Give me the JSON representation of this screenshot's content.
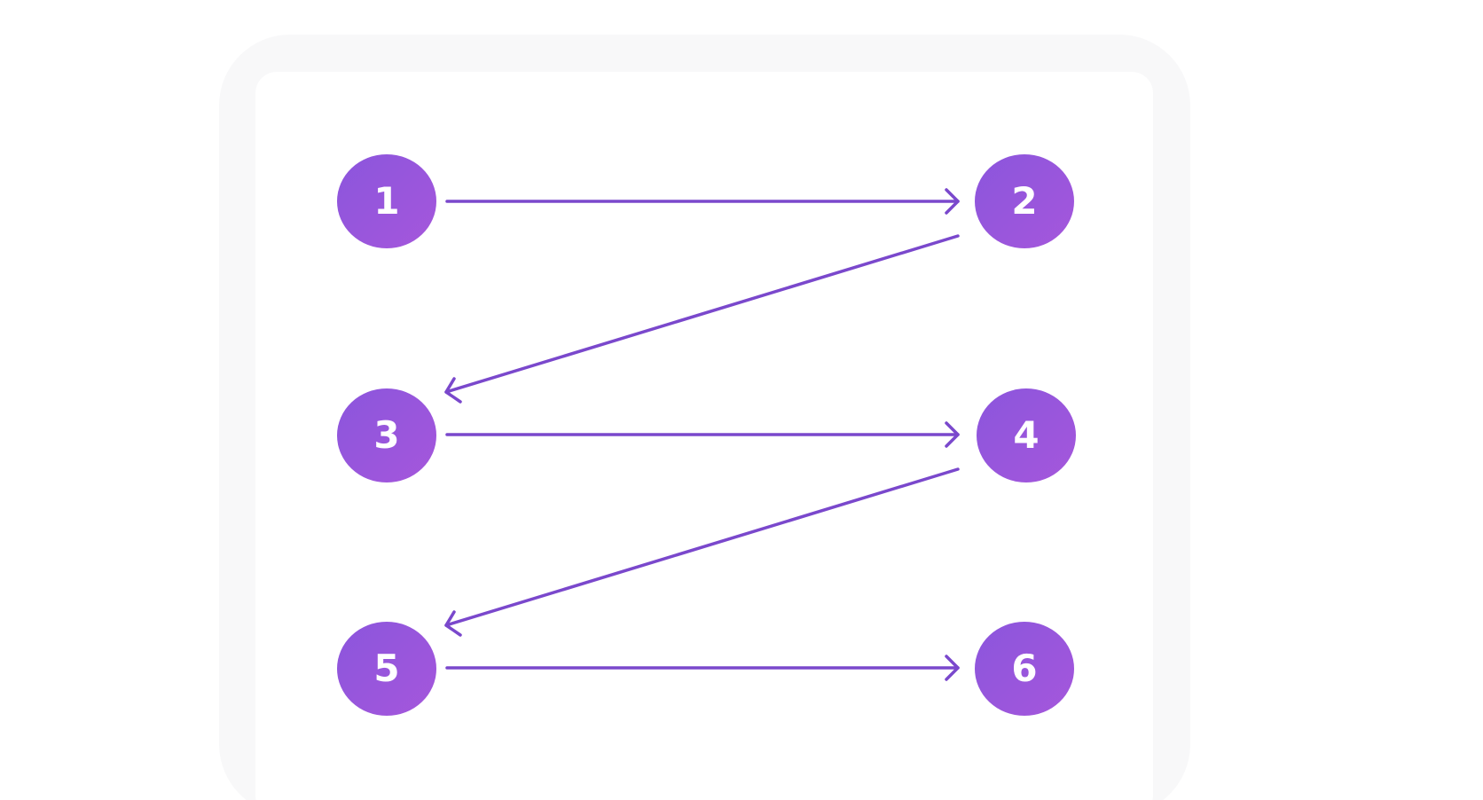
{
  "diagram": {
    "nodes": [
      {
        "id": "n1",
        "label": "1"
      },
      {
        "id": "n2",
        "label": "2"
      },
      {
        "id": "n3",
        "label": "3"
      },
      {
        "id": "n4",
        "label": "4"
      },
      {
        "id": "n5",
        "label": "5"
      },
      {
        "id": "n6",
        "label": "6"
      }
    ],
    "edges": [
      {
        "from": "1",
        "to": "2"
      },
      {
        "from": "2",
        "to": "3"
      },
      {
        "from": "3",
        "to": "4"
      },
      {
        "from": "4",
        "to": "5"
      },
      {
        "from": "5",
        "to": "6"
      }
    ],
    "colors": {
      "node_start": "#8b55dd",
      "node_end": "#a557db",
      "arrow": "#7a48cc",
      "frame": "#f8f8f9",
      "screen": "#ffffff"
    }
  }
}
